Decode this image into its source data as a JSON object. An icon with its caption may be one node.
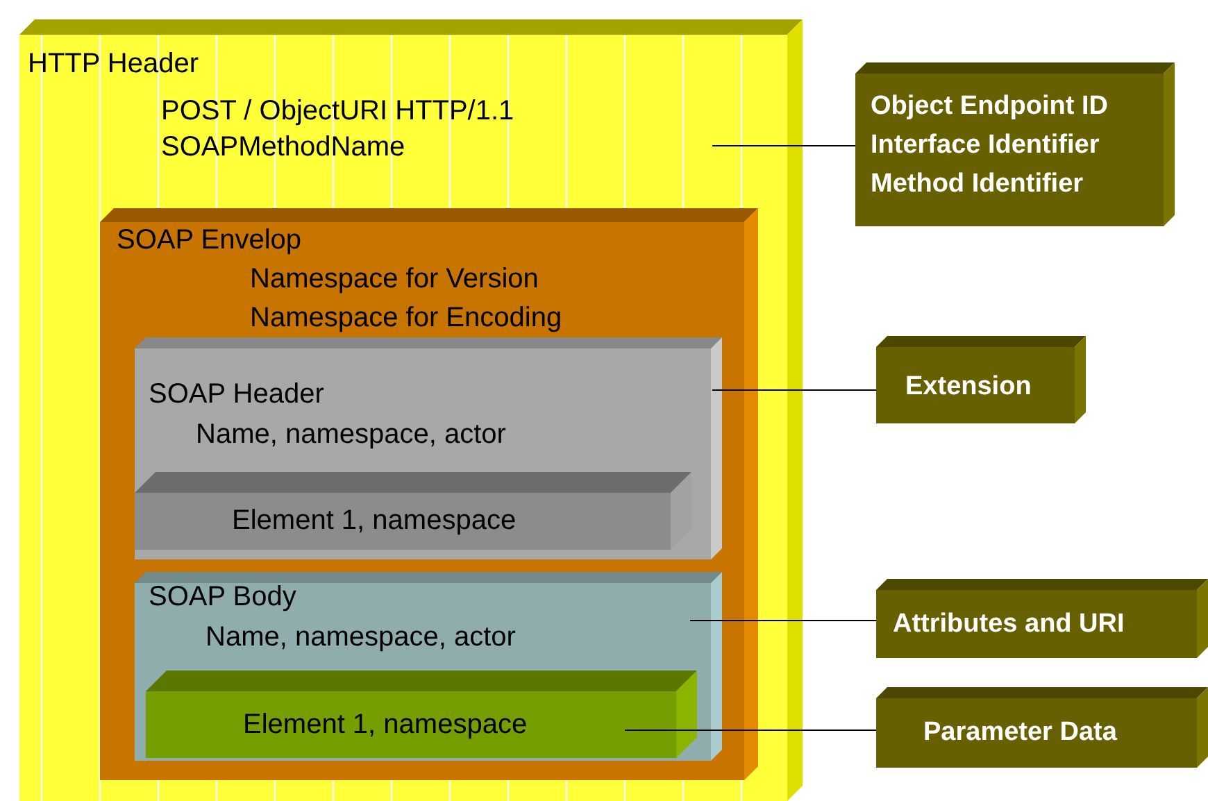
{
  "diagram": {
    "nodes": [
      {
        "text": [
          "HTTP Header",
          "POST / ObjectURI HTTP/1.1",
          "SOAPMethodName"
        ]
      },
      {
        "text": [
          "SOAP Envelop",
          "Namespace for Version",
          "Namespace for Encoding"
        ],
        "in": 0
      },
      {
        "text": [
          "SOAP Header",
          "Name, namespace, actor"
        ],
        "in": 1
      },
      {
        "text": [
          "Element 1, namespace"
        ],
        "in": 2
      },
      {
        "text": [
          "SOAP Body",
          "Name, namespace, actor"
        ],
        "in": 1
      },
      {
        "text": [
          "Element 1, namespace"
        ],
        "in": 4
      },
      {
        "text": [
          "Object Endpoint ID",
          "Interface Identifier",
          "Method Identifier"
        ]
      },
      {
        "text": [
          "Extension"
        ]
      },
      {
        "text": [
          "Attributes and URI"
        ]
      },
      {
        "text": [
          "Parameter Data"
        ]
      }
    ],
    "edges": [
      {
        "from": 6,
        "to": 0,
        "arrow": "none"
      },
      {
        "from": 7,
        "to": 2,
        "arrow": "none"
      },
      {
        "from": 8,
        "to": 4,
        "arrow": "none"
      },
      {
        "from": 9,
        "to": 5,
        "arrow": "none"
      }
    ]
  }
}
